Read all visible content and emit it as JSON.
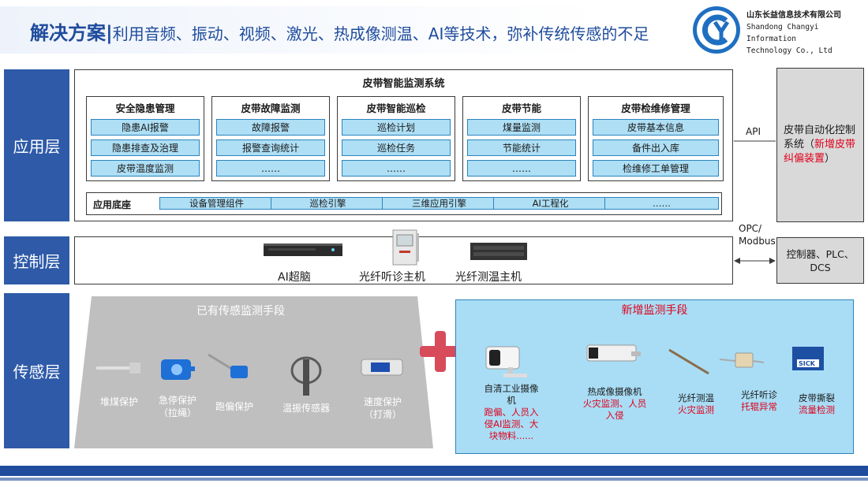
{
  "header": {
    "title_main": "解决方案",
    "title_sep": "|",
    "title_sub": "利用音频、振动、视频、激光、热成像测温、AI等技术，弥补传统传感的不足",
    "company_cn": "山东长益信息技术有限公司",
    "company_en_1": "Shandong Changyi Information",
    "company_en_2": "Technology Co., Ltd"
  },
  "layers": {
    "app": "应用层",
    "control": "控制层",
    "sensing": "传感层"
  },
  "app_layer": {
    "system_title": "皮带智能监测系统",
    "modules": [
      {
        "title": "安全隐患管理",
        "items": [
          "隐患AI报警",
          "隐患排查及治理",
          "皮带温度监测"
        ]
      },
      {
        "title": "皮带故障监测",
        "items": [
          "故障报警",
          "报警查询统计",
          "……"
        ]
      },
      {
        "title": "皮带智能巡检",
        "items": [
          "巡检计划",
          "巡检任务",
          "……"
        ]
      },
      {
        "title": "皮带节能",
        "items": [
          "煤量监测",
          "节能统计",
          "……"
        ]
      },
      {
        "title": "皮带检维修管理",
        "items": [
          "皮带基本信息",
          "备件出入库",
          "检维修工单管理"
        ]
      }
    ],
    "base_label": "应用底座",
    "base_items": [
      "设备管理组件",
      "巡检引擎",
      "三维应用引擎",
      "AI工程化",
      "……"
    ]
  },
  "right": {
    "api": "API",
    "auto_text": "皮带自动化控制系统（",
    "auto_red": "新增皮带纠偏装置",
    "auto_end": "）",
    "opc_1": "OPC/",
    "opc_2": "Modbus",
    "plc": "控制器、PLC、DCS"
  },
  "control_layer": {
    "devices": [
      "AI超脑",
      "光纤听诊主机",
      "光纤测温主机"
    ]
  },
  "sensing_layer": {
    "existing_title": "已有传感监测手段",
    "existing": [
      {
        "label": "堆煤保护",
        "sub": ""
      },
      {
        "label": "急停保护",
        "sub": "（拉绳）"
      },
      {
        "label": "跑偏保护",
        "sub": ""
      },
      {
        "label": "温振传感器",
        "sub": ""
      },
      {
        "label": "速度保护",
        "sub": "（打滑）"
      }
    ],
    "new_title": "新增监测手段",
    "new": [
      {
        "label": "自清工业摄像机",
        "red": "跑偏、人员入侵AI监测、大块物料......"
      },
      {
        "label": "热成像摄像机",
        "red": "火灾监测、人员入侵"
      },
      {
        "label": "光纤测温",
        "red": "火灾监测"
      },
      {
        "label": "光纤听诊",
        "red": "托辊异常"
      },
      {
        "label": "皮带撕裂",
        "red": "流量检测"
      }
    ],
    "brand": "SICK"
  },
  "colors": {
    "primary": "#2e5aa8",
    "light_blue": "#aedff5",
    "red": "#e0001b",
    "gray": "#bfbfbf"
  }
}
